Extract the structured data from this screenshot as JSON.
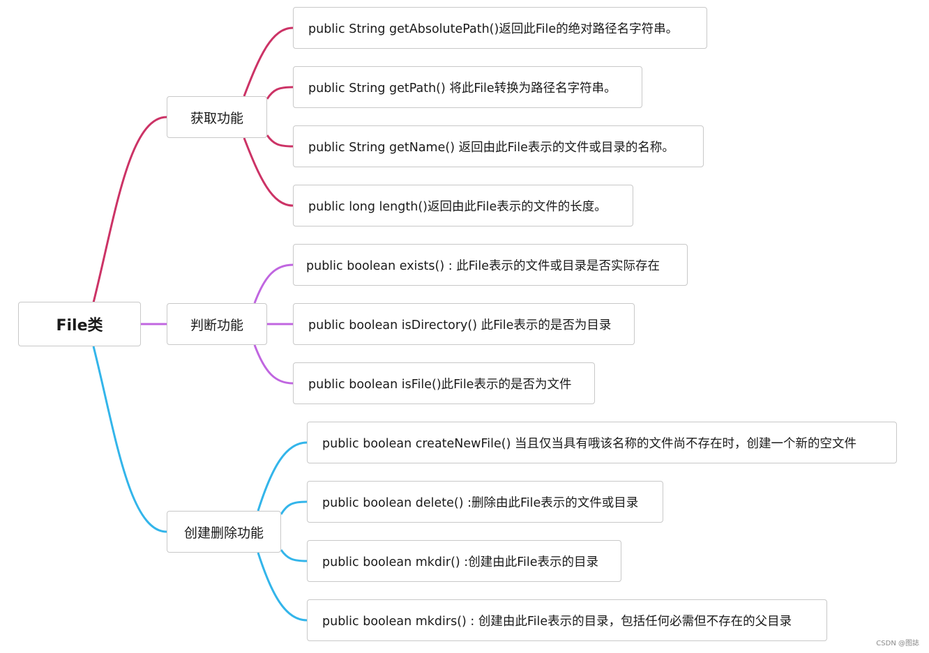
{
  "root": {
    "label": "File类"
  },
  "branches": [
    {
      "label": "获取功能",
      "color": "#cc3366",
      "items": [
        "public String getAbsolutePath()返回此File的绝对路径名字符串。",
        "public String getPath() 将此File转换为路径名字符串。",
        "public String getName() 返回由此File表示的文件或目录的名称。",
        "public long length()返回由此File表示的文件的长度。"
      ]
    },
    {
      "label": "判断功能",
      "color": "#c066e0",
      "items": [
        "public boolean exists() : 此File表示的文件或目录是否实际存在",
        "public boolean isDirectory() 此File表示的是否为目录",
        "public boolean isFile()此File表示的是否为文件"
      ]
    },
    {
      "label": "创建删除功能",
      "color": "#33b5ea",
      "items": [
        "public boolean createNewFile() 当且仅当具有哦该名称的文件尚不存在时，创建一个新的空文件",
        "public boolean delete() :删除由此File表示的文件或目录",
        "public boolean mkdir() :创建由此File表示的目录",
        "public boolean mkdirs() : 创建由此File表示的目录，包括任何必需但不存在的父目录"
      ]
    }
  ],
  "watermark": "CSDN @图誌"
}
